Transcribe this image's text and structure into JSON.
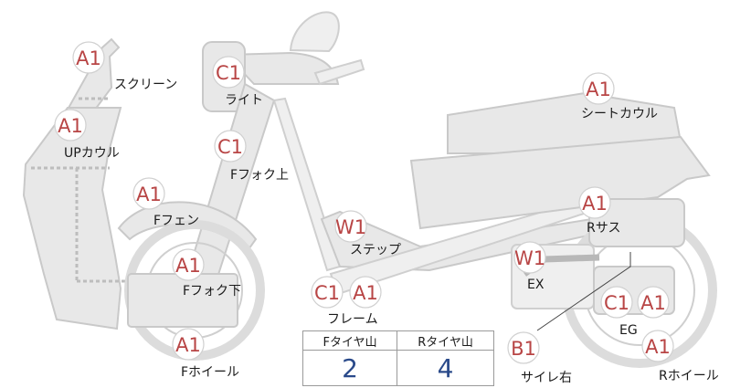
{
  "parts": [
    {
      "id": "screen",
      "grades": [
        "A1"
      ],
      "label": "スクリーン"
    },
    {
      "id": "up-cowl",
      "grades": [
        "A1"
      ],
      "label": "UPカウル"
    },
    {
      "id": "light",
      "grades": [
        "C1"
      ],
      "label": "ライト"
    },
    {
      "id": "f-fork-upper",
      "grades": [
        "C1"
      ],
      "label": "Fフォク上"
    },
    {
      "id": "f-fender",
      "grades": [
        "A1"
      ],
      "label": "Fフェン"
    },
    {
      "id": "f-fork-lower",
      "grades": [
        "A1"
      ],
      "label": "Fフォク下"
    },
    {
      "id": "f-wheel",
      "grades": [
        "A1"
      ],
      "label": "Fホイール"
    },
    {
      "id": "step",
      "grades": [
        "W1"
      ],
      "label": "ステップ"
    },
    {
      "id": "frame",
      "grades": [
        "C1",
        "A1"
      ],
      "label": "フレーム"
    },
    {
      "id": "seat-cowl",
      "grades": [
        "A1"
      ],
      "label": "シートカウル"
    },
    {
      "id": "r-sus",
      "grades": [
        "A1"
      ],
      "label": "Rサス"
    },
    {
      "id": "ex",
      "grades": [
        "W1"
      ],
      "label": "EX"
    },
    {
      "id": "eg",
      "grades": [
        "C1",
        "A1"
      ],
      "label": "EG"
    },
    {
      "id": "r-wheel",
      "grades": [
        "A1"
      ],
      "label": "Rホイール"
    },
    {
      "id": "silencer-right",
      "grades": [
        "B1"
      ],
      "label": "サイレ右"
    }
  ],
  "tread_table": {
    "front_header": "Fタイヤ山",
    "rear_header": "Rタイヤ山",
    "front_value": "2",
    "rear_value": "4"
  }
}
